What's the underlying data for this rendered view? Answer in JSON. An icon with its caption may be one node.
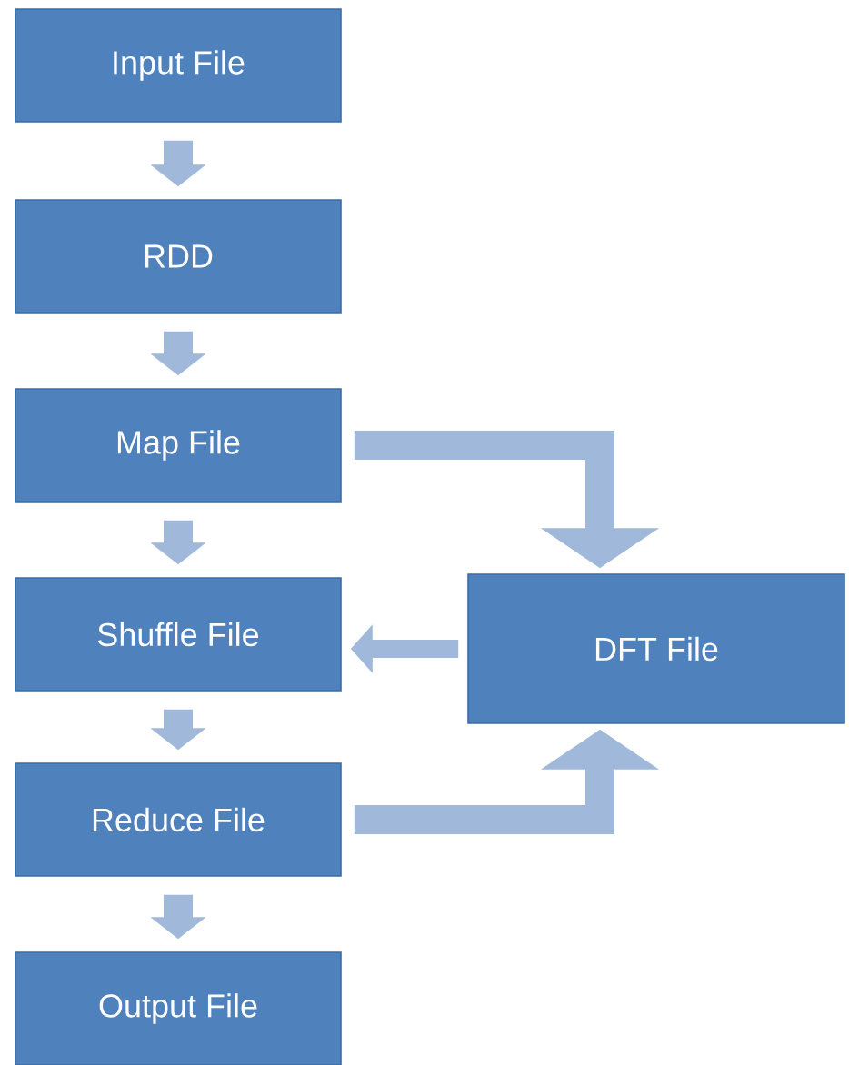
{
  "diagram": {
    "nodes": [
      {
        "text": [
          "Input File"
        ]
      },
      {
        "text": [
          "RDD"
        ]
      },
      {
        "text": [
          "Map File"
        ]
      },
      {
        "text": [
          "Shuffle File"
        ]
      },
      {
        "text": [
          "DFT File"
        ]
      },
      {
        "text": [
          "Reduce File"
        ]
      },
      {
        "text": [
          "Output File"
        ]
      }
    ],
    "edges": [
      {
        "from": 0,
        "to": 1,
        "arrow": "to"
      },
      {
        "from": 1,
        "to": 2,
        "arrow": "to"
      },
      {
        "from": 2,
        "to": 3,
        "arrow": "to"
      },
      {
        "from": 3,
        "to": 5,
        "arrow": "to"
      },
      {
        "from": 5,
        "to": 6,
        "arrow": "to"
      },
      {
        "from": 2,
        "to": 4,
        "arrow": "to"
      },
      {
        "from": 4,
        "to": 3,
        "arrow": "to"
      },
      {
        "from": 5,
        "to": 4,
        "arrow": "to"
      }
    ]
  }
}
